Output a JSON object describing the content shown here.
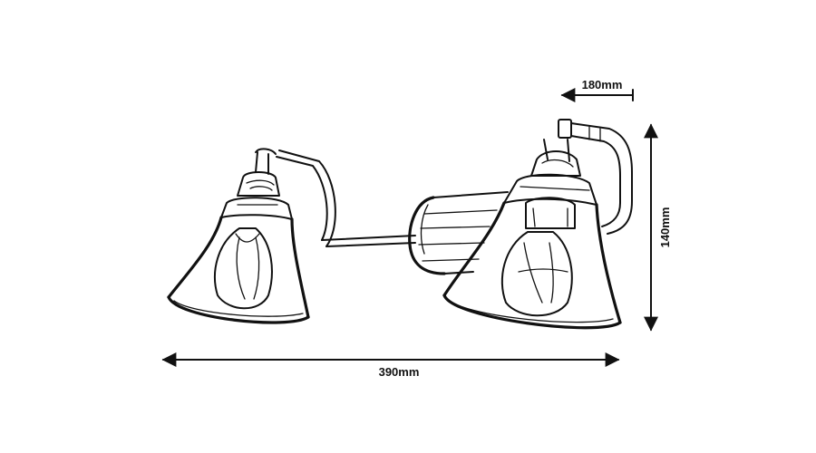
{
  "dimensions": {
    "depth": "180mm",
    "height": "140mm",
    "width": "390mm"
  }
}
